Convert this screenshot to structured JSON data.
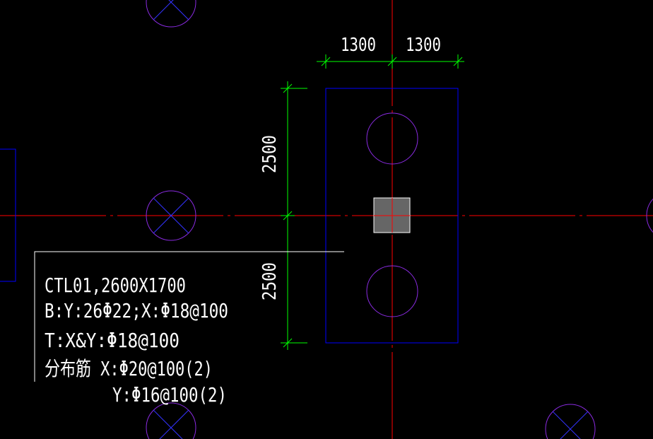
{
  "colors": {
    "background": "#000000",
    "axis": "#ff0000",
    "outline": "#0000ff",
    "pile": "#8a2be2",
    "dimension": "#00ff00",
    "text": "#ffffff",
    "column": "#666666"
  },
  "dimensions": {
    "left_width": "1300",
    "right_width": "1300",
    "upper_height": "2500",
    "lower_height": "2500"
  },
  "annotation": {
    "line1": "CTL01,2600X1700",
    "line2": "B:Y:26Φ22;X:Φ18@100",
    "line3": "T:X&Y:Φ18@100",
    "line4": "分布筋 X:Φ20@100(2)",
    "line5": "Y:Φ16@100(2)"
  }
}
